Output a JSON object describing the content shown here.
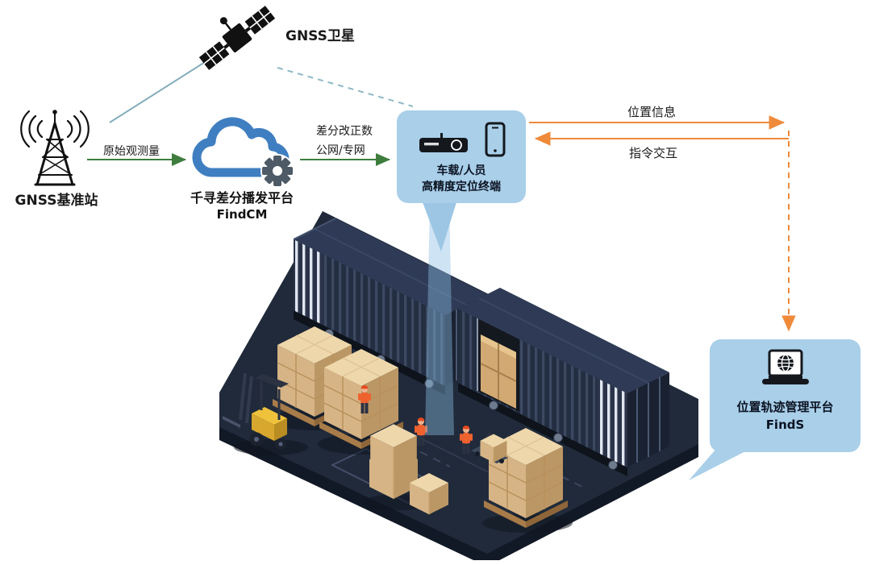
{
  "nodes": {
    "satellite": {
      "label": "GNSS卫星"
    },
    "base_station": {
      "label": "GNSS基准站"
    },
    "cloud": {
      "title": "千寻差分播发平台",
      "subtitle": "FindCM"
    },
    "terminal": {
      "title": "车载/人员",
      "subtitle": "高精度定位终端"
    },
    "platform": {
      "title": "位置轨迹管理平台",
      "subtitle": "FindS"
    }
  },
  "edges": {
    "raw_observation": {
      "label": "原始观测量"
    },
    "diff_correction": {
      "label": "差分改正数",
      "sublabel": "公网/专网"
    },
    "position_info": {
      "label": "位置信息"
    },
    "command_exchange": {
      "label": "指令交互"
    }
  },
  "colors": {
    "satellite_link_teal": "#84adbc",
    "arrow_green": "#3e7d3e",
    "arrow_orange": "#ef8a3a",
    "panel_blue": "#a9cfe9",
    "cloud_blue": "#3f7fc1",
    "gear_gray": "#4e5a66",
    "scene_navy": "#202a3a",
    "carton_tan": "#d6b486",
    "forklift_yellow": "#f0c23c"
  }
}
